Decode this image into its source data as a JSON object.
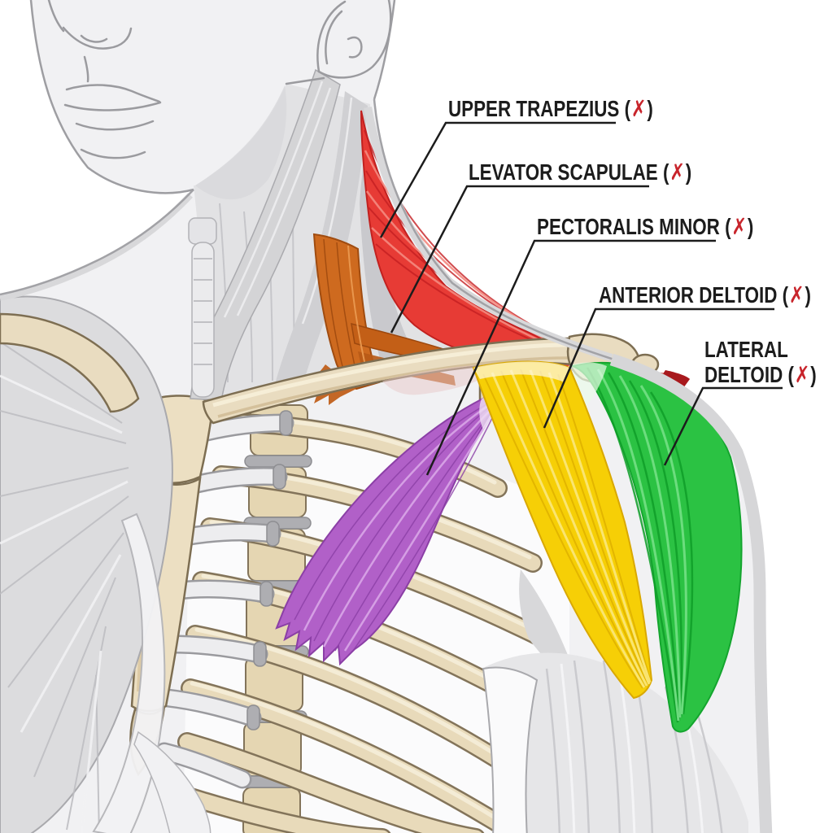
{
  "labels": [
    {
      "id": "upper-trapezius",
      "pre": "UPPER TRAPEZIUS (",
      "mark": "✗",
      "post": ")"
    },
    {
      "id": "levator-scapulae",
      "pre": "LEVATOR SCAPULAE (",
      "mark": "✗",
      "post": ")"
    },
    {
      "id": "pectoralis-minor",
      "pre": "PECTORALIS MINOR (",
      "mark": "✗",
      "post": ")"
    },
    {
      "id": "anterior-deltoid",
      "pre": "ANTERIOR DELTOID (",
      "mark": "✗",
      "post": ")"
    },
    {
      "id": "lateral-deltoid",
      "line1": "LATERAL",
      "pre": "DELTOID (",
      "mark": "✗",
      "post": ")"
    }
  ],
  "colors": {
    "label_text": "#1c1c1c",
    "x_mark": "#c8242b",
    "leader_line": "#1c1c1c",
    "upper_trapezius": "#e73b35",
    "levator_scapulae": "#ce6a1f",
    "pectoralis_minor": "#b160c8",
    "anterior_deltoid": "#f6cf06",
    "lateral_deltoid": "#2bc243",
    "bone": "#e9dcc0",
    "cartilage": "#ededef",
    "muscle_gray": "#d8d8da",
    "body_outline": "#a8a8ac",
    "background": "#ffffff"
  }
}
